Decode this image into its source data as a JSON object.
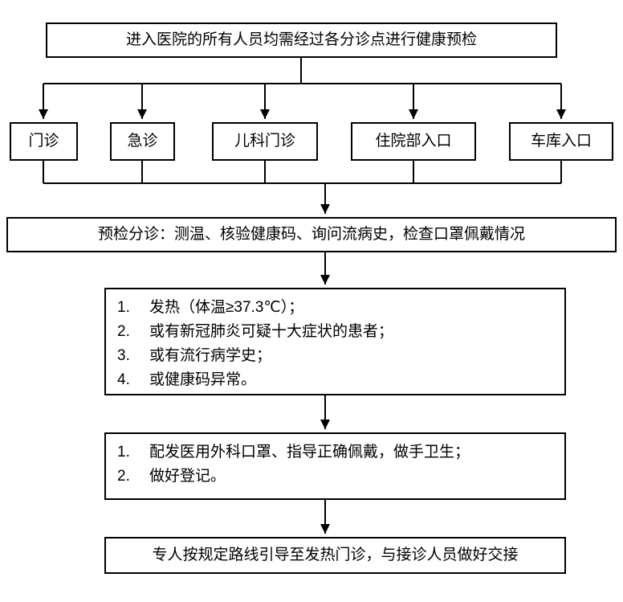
{
  "top_box": {
    "label": "进入医院的所有人员均需经过各分诊点进行健康预检"
  },
  "entry_boxes": [
    {
      "label": "门诊"
    },
    {
      "label": "急诊"
    },
    {
      "label": "儿科门诊"
    },
    {
      "label": "住院部入口"
    },
    {
      "label": "车库入口"
    }
  ],
  "triage_box": {
    "label": "预检分诊：测温、核验健康码、询问流病史，检查口罩佩戴情况"
  },
  "criteria_box": {
    "items": [
      {
        "num": "1.",
        "text": "发热（体温≥37.3℃）；"
      },
      {
        "num": "2.",
        "text": "或有新冠肺炎可疑十大症状的患者；"
      },
      {
        "num": "3.",
        "text": "或有流行病学史；"
      },
      {
        "num": "4.",
        "text": "或健康码异常。"
      }
    ]
  },
  "action_box": {
    "items": [
      {
        "num": "1.",
        "text": "配发医用外科口罩、指导正确佩戴，做手卫生；"
      },
      {
        "num": "2.",
        "text": "做好登记。"
      }
    ]
  },
  "final_box": {
    "label": "专人按规定路线引导至发热门诊，与接诊人员做好交接"
  },
  "colors": {
    "line": "#000000",
    "border": "#000000",
    "background": "#ffffff"
  }
}
